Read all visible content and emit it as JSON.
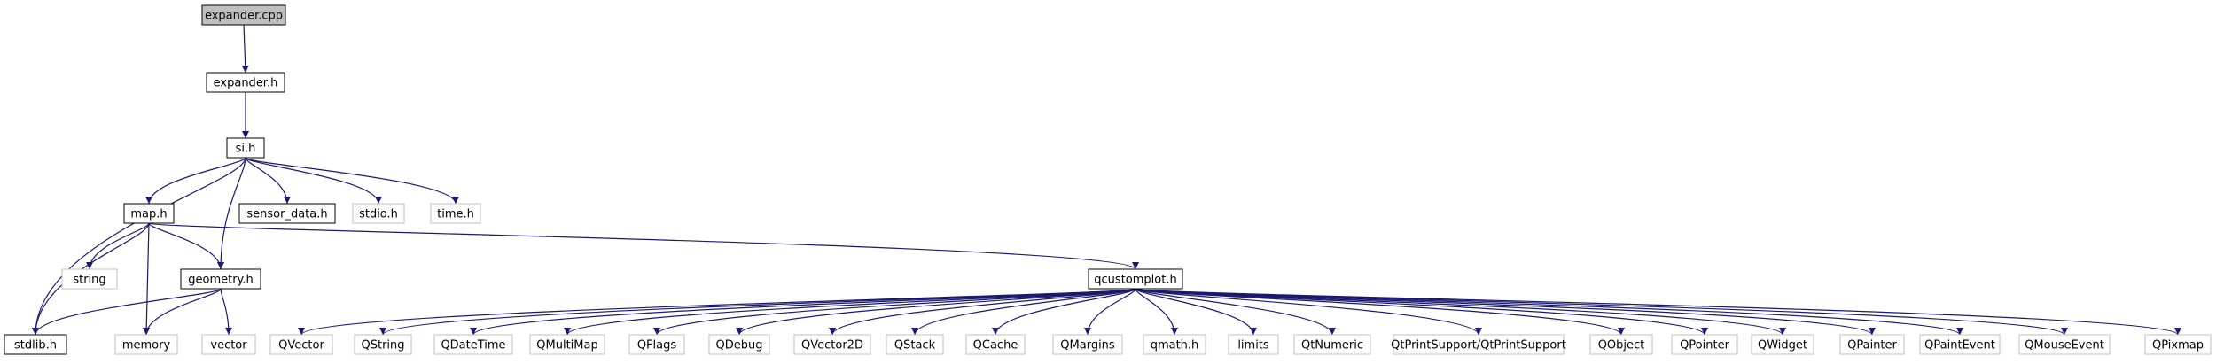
{
  "graph": {
    "nodes": {
      "expander_cpp": {
        "label": "expander.cpp",
        "style": "root"
      },
      "expander_h": {
        "label": "expander.h",
        "style": "documented"
      },
      "si_h": {
        "label": "si.h",
        "style": "documented"
      },
      "map_h": {
        "label": "map.h",
        "style": "documented"
      },
      "sensor_data_h": {
        "label": "sensor_data.h",
        "style": "documented"
      },
      "stdio_h": {
        "label": "stdio.h",
        "style": "external"
      },
      "time_h": {
        "label": "time.h",
        "style": "external"
      },
      "string": {
        "label": "string",
        "style": "external"
      },
      "geometry_h": {
        "label": "geometry.h",
        "style": "documented"
      },
      "qcustomplot_h": {
        "label": "qcustomplot.h",
        "style": "documented"
      },
      "stdlib_h": {
        "label": "stdlib.h",
        "style": "documented"
      },
      "memory": {
        "label": "memory",
        "style": "external"
      },
      "vector": {
        "label": "vector",
        "style": "external"
      },
      "QVector": {
        "label": "QVector",
        "style": "external"
      },
      "QString": {
        "label": "QString",
        "style": "external"
      },
      "QDateTime": {
        "label": "QDateTime",
        "style": "external"
      },
      "QMultiMap": {
        "label": "QMultiMap",
        "style": "external"
      },
      "QFlags": {
        "label": "QFlags",
        "style": "external"
      },
      "QDebug": {
        "label": "QDebug",
        "style": "external"
      },
      "QVector2D": {
        "label": "QVector2D",
        "style": "external"
      },
      "QStack": {
        "label": "QStack",
        "style": "external"
      },
      "QCache": {
        "label": "QCache",
        "style": "external"
      },
      "QMargins": {
        "label": "QMargins",
        "style": "external"
      },
      "qmath_h": {
        "label": "qmath.h",
        "style": "external"
      },
      "limits": {
        "label": "limits",
        "style": "external"
      },
      "QtNumeric": {
        "label": "QtNumeric",
        "style": "external"
      },
      "QtPrintSupport": {
        "label": "QtPrintSupport/QtPrintSupport",
        "style": "external"
      },
      "QObject": {
        "label": "QObject",
        "style": "external"
      },
      "QPointer": {
        "label": "QPointer",
        "style": "external"
      },
      "QWidget": {
        "label": "QWidget",
        "style": "external"
      },
      "QPainter": {
        "label": "QPainter",
        "style": "external"
      },
      "QPaintEvent": {
        "label": "QPaintEvent",
        "style": "external"
      },
      "QMouseEvent": {
        "label": "QMouseEvent",
        "style": "external"
      },
      "QPixmap": {
        "label": "QPixmap",
        "style": "external"
      }
    },
    "edges": [
      [
        "expander_cpp",
        "expander_h"
      ],
      [
        "expander_h",
        "si_h"
      ],
      [
        "si_h",
        "map_h"
      ],
      [
        "si_h",
        "sensor_data_h"
      ],
      [
        "si_h",
        "stdio_h"
      ],
      [
        "si_h",
        "time_h"
      ],
      [
        "si_h",
        "geometry_h"
      ],
      [
        "si_h",
        "stdlib_h"
      ],
      [
        "map_h",
        "string"
      ],
      [
        "map_h",
        "geometry_h"
      ],
      [
        "map_h",
        "memory"
      ],
      [
        "map_h",
        "stdlib_h"
      ],
      [
        "map_h",
        "qcustomplot_h"
      ],
      [
        "geometry_h",
        "stdlib_h"
      ],
      [
        "geometry_h",
        "memory"
      ],
      [
        "geometry_h",
        "vector"
      ],
      [
        "qcustomplot_h",
        "QVector"
      ],
      [
        "qcustomplot_h",
        "QString"
      ],
      [
        "qcustomplot_h",
        "QDateTime"
      ],
      [
        "qcustomplot_h",
        "QMultiMap"
      ],
      [
        "qcustomplot_h",
        "QFlags"
      ],
      [
        "qcustomplot_h",
        "QDebug"
      ],
      [
        "qcustomplot_h",
        "QVector2D"
      ],
      [
        "qcustomplot_h",
        "QStack"
      ],
      [
        "qcustomplot_h",
        "QCache"
      ],
      [
        "qcustomplot_h",
        "QMargins"
      ],
      [
        "qcustomplot_h",
        "qmath_h"
      ],
      [
        "qcustomplot_h",
        "limits"
      ],
      [
        "qcustomplot_h",
        "QtNumeric"
      ],
      [
        "qcustomplot_h",
        "QtPrintSupport"
      ],
      [
        "qcustomplot_h",
        "QObject"
      ],
      [
        "qcustomplot_h",
        "QPointer"
      ],
      [
        "qcustomplot_h",
        "QWidget"
      ],
      [
        "qcustomplot_h",
        "QPainter"
      ],
      [
        "qcustomplot_h",
        "QPaintEvent"
      ],
      [
        "qcustomplot_h",
        "QMouseEvent"
      ],
      [
        "qcustomplot_h",
        "QPixmap"
      ]
    ]
  },
  "colors": {
    "edge": "#191970",
    "root_fill": "#bfbfbf",
    "documented_border": "#000000",
    "external_border": "#bfbfbf",
    "background": "#ffffff"
  }
}
